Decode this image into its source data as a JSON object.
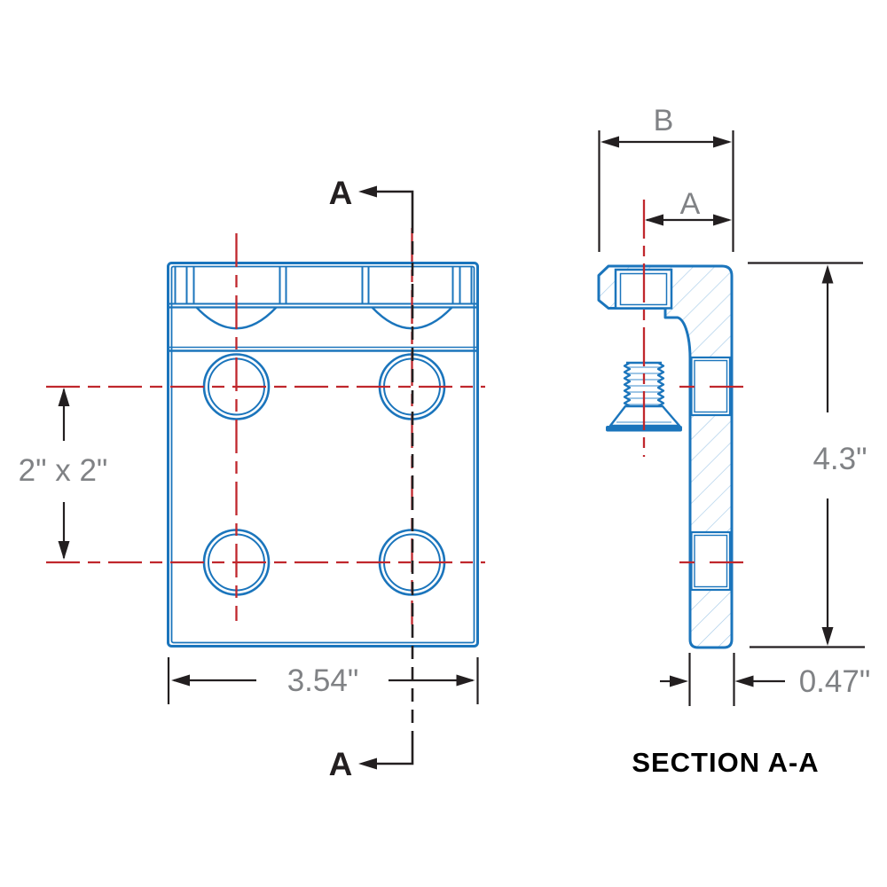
{
  "drawing": {
    "title": "SECTION A-A",
    "cutting_plane": {
      "marker_top": "A",
      "marker_bottom": "A"
    },
    "front_view": {
      "description": "bracket front view with four bolt holes and t-slot rail band",
      "hole_count": 4,
      "dimensions": {
        "hole_spacing": "2\" x 2\"",
        "overall_width": "3.54\""
      }
    },
    "section_view": {
      "description": "section A-A profile with hatching, t-slot opening, through holes and flat-head screw",
      "dimensions": {
        "flange_width_label": "B",
        "offset_label": "A",
        "overall_height": "4.3\"",
        "leg_thickness": "0.47\""
      }
    },
    "colors": {
      "part_outline": "#1b75bc",
      "hatch": "#a6cbe8",
      "centerline_red": "#c0272d",
      "dimension_gray": "#808285",
      "line_black": "#231f20",
      "background": "#ffffff"
    }
  }
}
